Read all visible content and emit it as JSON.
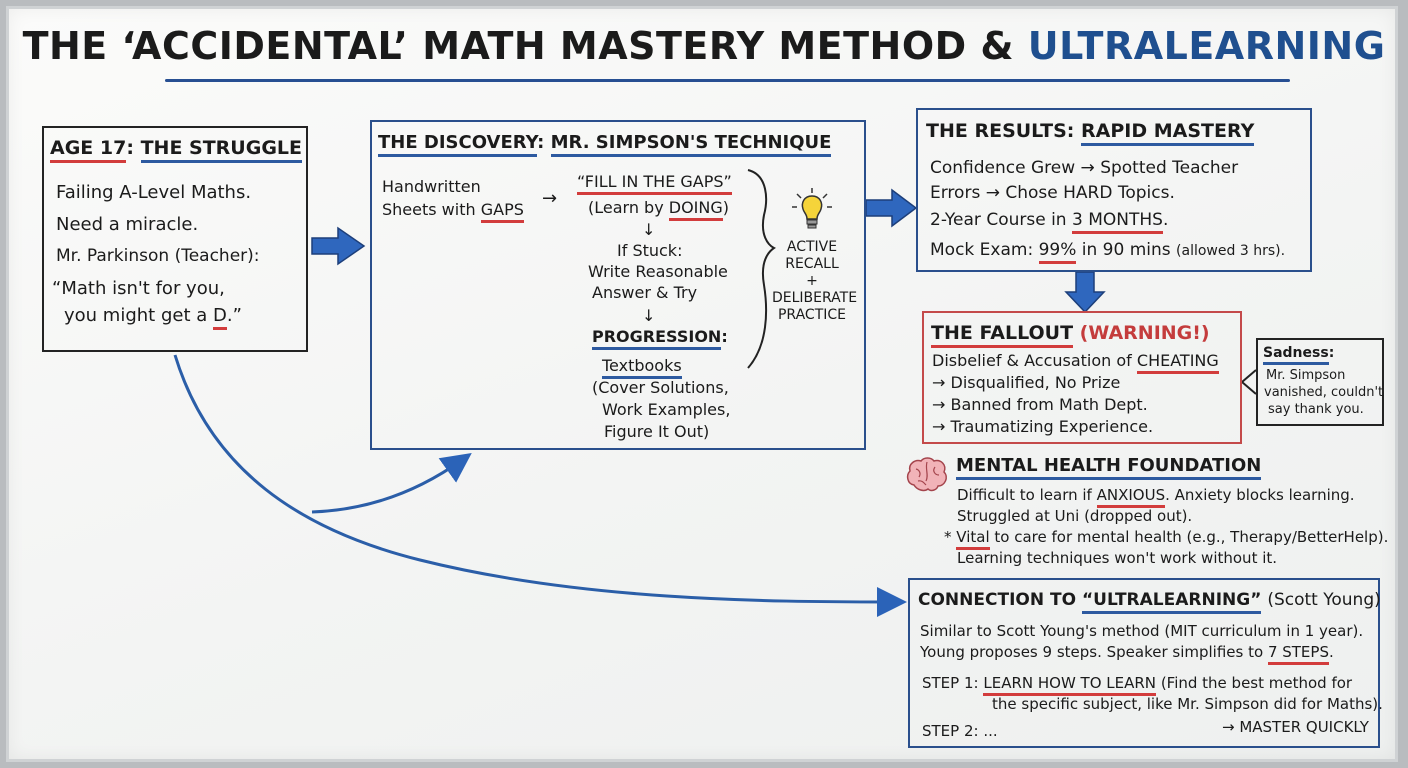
{
  "title": {
    "part1": "THE ‘ACCIDENTAL’ MATH MASTERY METHOD & ",
    "part2": "ULTRALEARNING"
  },
  "struggle": {
    "heading_a": "AGE 17",
    "heading_sep": ":",
    "heading_b": "THE STRUGGLE",
    "line1": "Failing A-Level Maths.",
    "line2": "Need a miracle.",
    "line3": "Mr. Parkinson (Teacher):",
    "line4": "“Math isn't for you,",
    "line5a": "you might get a ",
    "line5b": "D",
    "line5c": ".”"
  },
  "discovery": {
    "heading_a": "THE DISCOVERY",
    "heading_sep": ":",
    "heading_b": "MR. SIMPSON'S TECHNIQUE",
    "sheets_line1": "Handwritten",
    "sheets_line2a": "Sheets with ",
    "sheets_line2b": "GAPS",
    "arrow": "→",
    "fill": "“FILL IN THE GAPS”",
    "learn_a": "(Learn by ",
    "learn_b": "DOING",
    "learn_c": ")",
    "down1": "↓",
    "stuck1": "If Stuck:",
    "stuck2": "Write Reasonable",
    "stuck3": "Answer & Try",
    "down2": "↓",
    "progression": "PROGRESSION",
    "progression_colon": ":",
    "prog1": "Textbooks",
    "prog2": "(Cover Solutions,",
    "prog3": "Work Examples,",
    "prog4": "Figure It Out)",
    "side1": "ACTIVE",
    "side2": "RECALL",
    "side3": "+",
    "side4": "DELIBERATE",
    "side5": "PRACTICE"
  },
  "results": {
    "heading_a": "THE RESULTS",
    "heading_sep": ":",
    "heading_b": "RAPID MASTERY",
    "line1": "Confidence Grew → Spotted Teacher",
    "line2": "Errors → Chose HARD Topics.",
    "line3a": "2-Year Course in ",
    "line3b": "3 MONTHS",
    "line3c": ".",
    "line4a": "Mock Exam: ",
    "line4b": "99%",
    "line4c": " in 90 mins ",
    "line4d": "(allowed 3 hrs)."
  },
  "fallout": {
    "heading_a": "THE FALLOUT",
    "heading_b": "(WARNING!)",
    "line1a": "Disbelief & Accusation of ",
    "line1b": "CHEATING",
    "line2": "→ Disqualified, No Prize",
    "line3": "→ Banned from Math Dept.",
    "line4": "→ Traumatizing Experience."
  },
  "sadness": {
    "heading": "Sadness",
    "colon": ":",
    "line1": "Mr. Simpson",
    "line2": "vanished, couldn't",
    "line3": "say thank you."
  },
  "mental": {
    "heading": "MENTAL HEALTH FOUNDATION",
    "line1a": "Difficult to learn if ",
    "line1b": "ANXIOUS",
    "line1c": ". Anxiety blocks learning.",
    "line2": "Struggled at Uni (dropped out).",
    "star": "*",
    "line3a": "Vital",
    "line3b": " to care for mental health (e.g., Therapy/BetterHelp).",
    "line4": "Learning techniques won't work without it."
  },
  "connection": {
    "heading_a": "CONNECTION TO",
    "heading_b": "“ULTRALEARNING”",
    "heading_c": "(Scott Young)",
    "line1": "Similar to Scott Young's method (MIT curriculum in 1 year).",
    "line2a": "Young proposes 9 steps. Speaker simplifies to ",
    "line2b": "7 STEPS",
    "line2c": ".",
    "step1_label": "STEP 1:",
    "step1_title": "LEARN HOW TO LEARN",
    "step1_rest": "(Find the best method for",
    "step1_line2": "the specific subject, like Mr. Simpson did for Maths).",
    "step2_label": "STEP 2: ...",
    "step2_right": "→ MASTER QUICKLY"
  },
  "colors": {
    "ink": "#1b1b1b",
    "blue_marker": "#1f4f8f",
    "red_marker": "#c43c3c",
    "arrow_blue": "#2b63b8"
  },
  "icons": [
    "lightbulb-icon",
    "brain-icon"
  ]
}
